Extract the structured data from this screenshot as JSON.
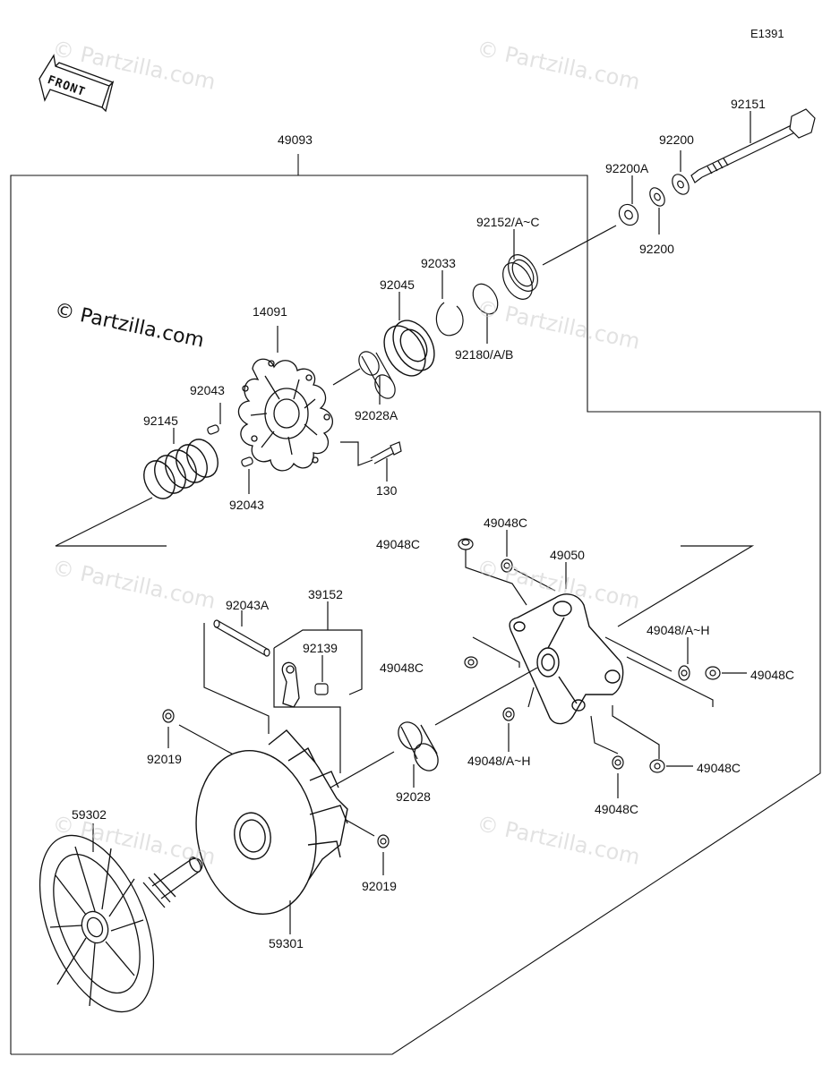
{
  "diagram_id": "E1391",
  "front_label": "FRONT",
  "copyright_text": "© Partzilla.com",
  "watermark_text": "© Partzilla.com",
  "parts": {
    "p49093": "49093",
    "p92151": "92151",
    "p92200_top": "92200",
    "p92200A": "92200A",
    "p92200_bottom": "92200",
    "p92152": "92152/A~C",
    "p92033": "92033",
    "p92045": "92045",
    "p92180": "92180/A/B",
    "p14091": "14091",
    "p92028A": "92028A",
    "p92043_top": "92043",
    "p92145": "92145",
    "p92043_bottom": "92043",
    "p130": "130",
    "p49048C_a": "49048C",
    "p49048C_b": "49048C",
    "p49050": "49050",
    "p49048C_c": "49048C",
    "p49048AH_a": "49048/A~H",
    "p49048C_d": "49048C",
    "p49048AH_b": "49048/A~H",
    "p49048C_e": "49048C",
    "p49048C_f": "49048C",
    "p92043A": "92043A",
    "p39152": "39152",
    "p92139": "92139",
    "p92019_a": "92019",
    "p92028": "92028",
    "p92019_b": "92019",
    "p59302": "59302",
    "p59301": "59301"
  }
}
